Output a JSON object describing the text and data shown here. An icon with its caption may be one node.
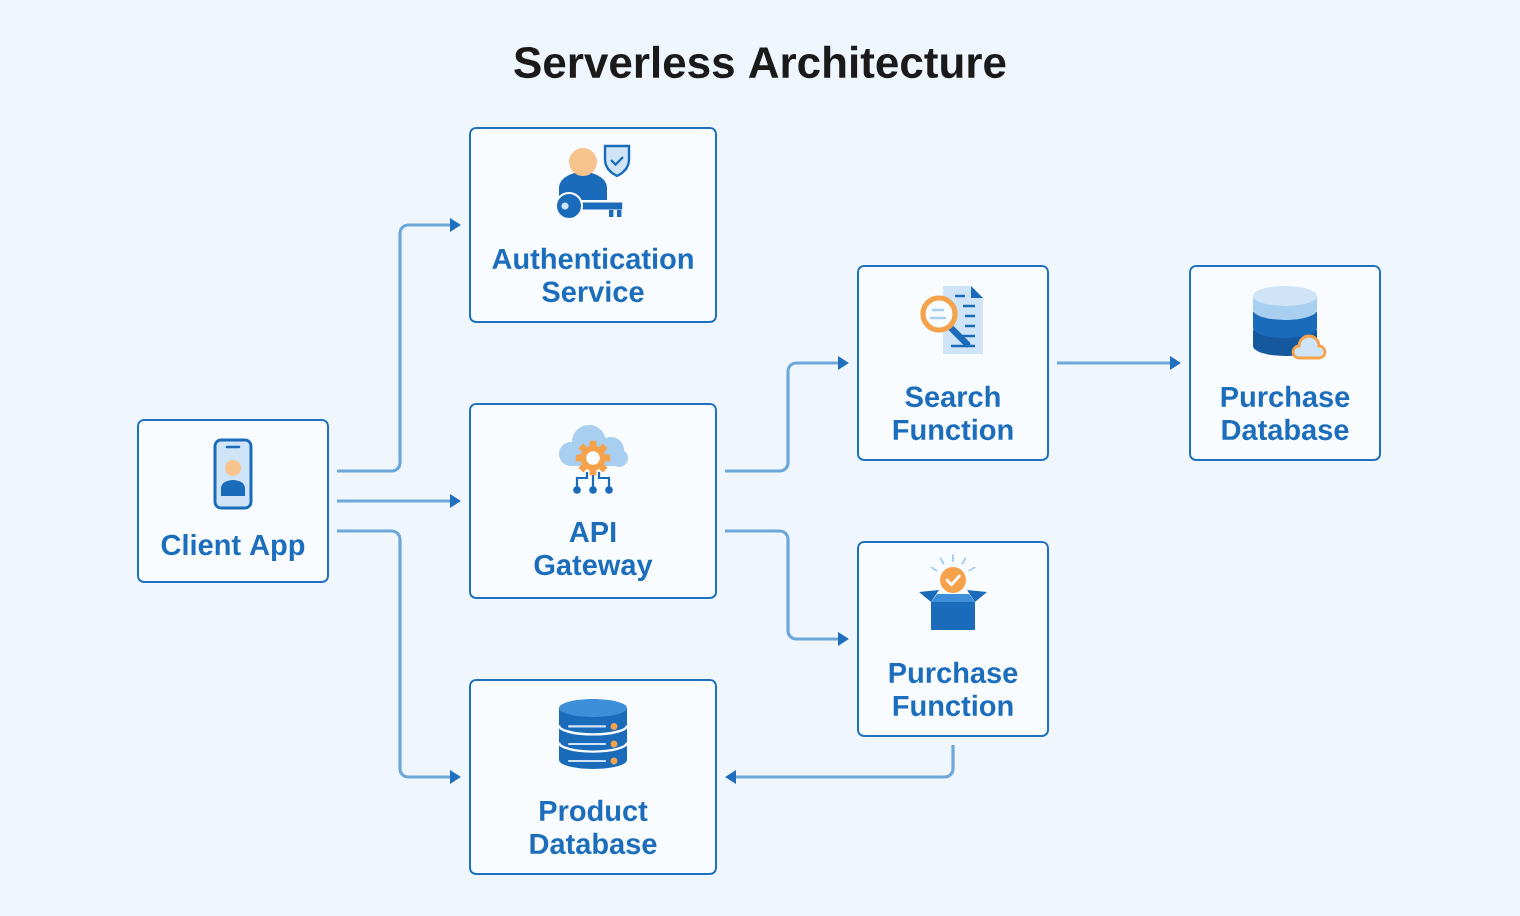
{
  "diagram": {
    "title": "Serverless Architecture",
    "nodes": [
      {
        "text": [
          "Client App"
        ]
      },
      {
        "text": [
          "Authentication Service"
        ]
      },
      {
        "text": [
          "API Gateway"
        ]
      },
      {
        "text": [
          "Search Function"
        ]
      },
      {
        "text": [
          "Purchase Database"
        ]
      },
      {
        "text": [
          "Purchase Function"
        ]
      },
      {
        "text": [
          "Product Database"
        ]
      }
    ],
    "edges": [
      {
        "from": 0,
        "to": 1,
        "arrow": "to"
      },
      {
        "from": 0,
        "to": 2,
        "arrow": "to"
      },
      {
        "from": 0,
        "to": 6,
        "arrow": "to"
      },
      {
        "from": 2,
        "to": 3,
        "arrow": "to"
      },
      {
        "from": 2,
        "to": 5,
        "arrow": "to"
      },
      {
        "from": 3,
        "to": 4,
        "arrow": "to"
      },
      {
        "from": 5,
        "to": 6,
        "arrow": "to"
      }
    ]
  }
}
